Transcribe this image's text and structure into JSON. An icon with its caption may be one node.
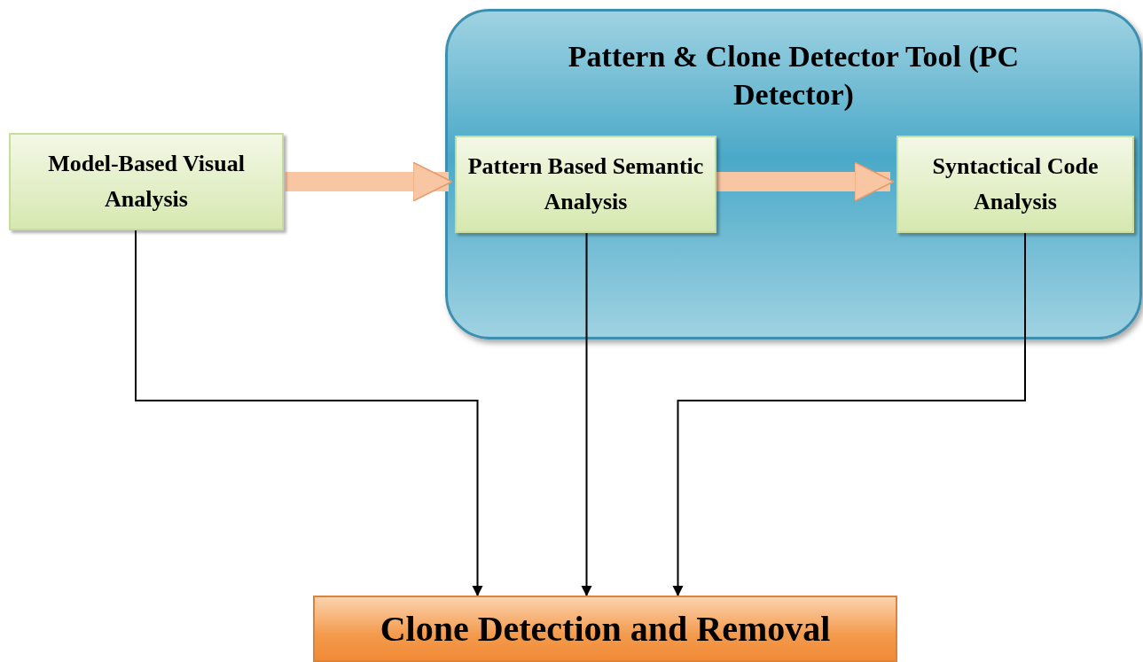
{
  "diagram": {
    "nodes": [
      {
        "text": [
          "Pattern & Clone Detector Tool (PC Detector)"
        ]
      },
      {
        "text": [
          "Model-Based Visual Analysis"
        ]
      },
      {
        "text": [
          "Pattern Based Semantic Analysis"
        ],
        "in": 0
      },
      {
        "text": [
          "Syntactical Code Analysis"
        ],
        "in": 0
      },
      {
        "text": [
          "Clone Detection and Removal"
        ]
      }
    ],
    "edges": [
      {
        "from": 1,
        "to": 2,
        "arrow": "to",
        "style": "thick",
        "color": "#f9c6a3"
      },
      {
        "from": 2,
        "to": 3,
        "arrow": "to",
        "style": "thick",
        "color": "#f9c6a3"
      },
      {
        "from": 1,
        "to": 4,
        "arrow": "to"
      },
      {
        "from": 2,
        "to": 4,
        "arrow": "to"
      },
      {
        "from": 3,
        "to": 4,
        "arrow": "to"
      }
    ]
  }
}
